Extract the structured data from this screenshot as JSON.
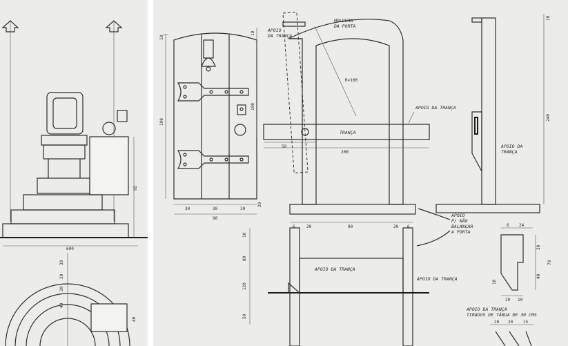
{
  "left": {
    "overall_width": "600",
    "height_dim": "95",
    "ring_dims": [
      "30",
      "20",
      "20",
      "40"
    ],
    "block_dim": "40"
  },
  "door": {
    "top_dim": "10",
    "height_dim": "190",
    "bottom_dim": "20",
    "plank_widths": [
      "30",
      "30",
      "30"
    ],
    "total_width": "90"
  },
  "frame": {
    "labels": {
      "moldura": "MOLDURA\nDA PORTA",
      "apoio_top": "APOIO\nDA TRANÇA",
      "raio": "R=100",
      "tranca": "TRANÇA",
      "apoio_right": "APOIO DA TRANÇA",
      "apoio_balancar": "APOIO\nP/ NÃO\nBALANÇAR\nA PORTA"
    },
    "dims": {
      "tranca_left": "50",
      "tranca_len": "200",
      "left_190": "190",
      "top_10": "10"
    }
  },
  "side": {
    "height_dim": "240",
    "top_dim": "10",
    "apoio_label": "APOIO DA\nTRANÇA"
  },
  "plan": {
    "dims_top": [
      "6",
      "20",
      "90",
      "20",
      "6"
    ],
    "left_dims": [
      "10",
      "80",
      "120",
      "50"
    ],
    "apoio_mid": "APOIO DA TRANÇA",
    "apoio_right": "APOIO DA TRANÇA"
  },
  "detail": {
    "top_dims": [
      "6",
      "24"
    ],
    "side_dims": [
      "30",
      "40",
      "70",
      "10"
    ],
    "bottom_dims": [
      "20",
      "10"
    ],
    "caption": "APOIO DA TRANÇA\nTIRADOS DE TÁBUA DE 30 CMS",
    "foot_dims": [
      "20",
      "20",
      "15"
    ]
  }
}
